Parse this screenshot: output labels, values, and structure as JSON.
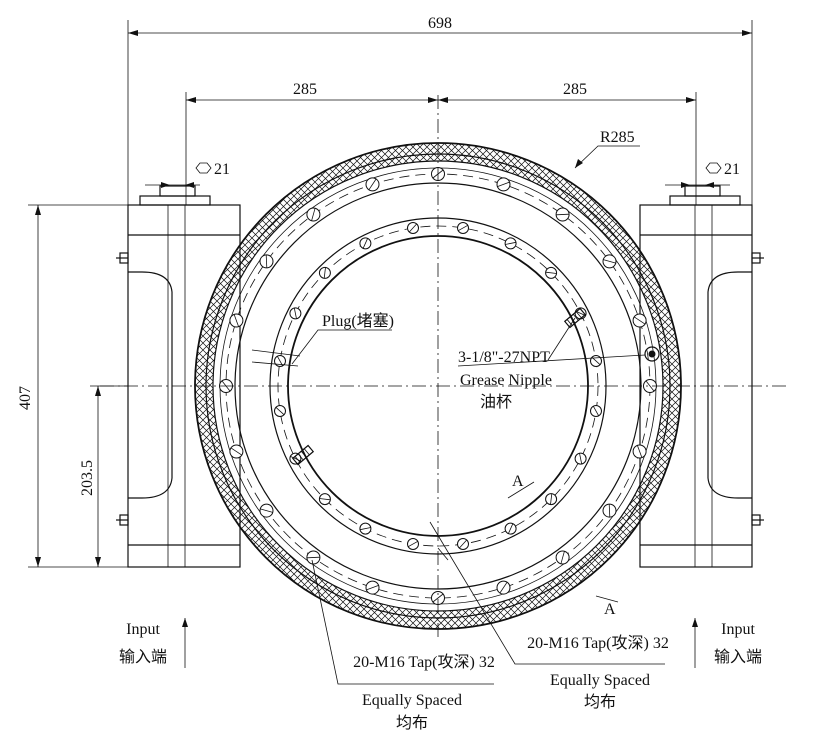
{
  "dimensions": {
    "overall_width": "698",
    "half_left": "285",
    "half_right": "285",
    "radius": "R285",
    "height": "407",
    "half_height": "203.5",
    "hex_left": "21",
    "hex_right": "21"
  },
  "callouts": {
    "plug": "Plug(堵塞)",
    "grease_line1": "3-1/8\"-27NPT",
    "grease_line2": "Grease Nipple",
    "grease_line3": "油杯",
    "section_mark_1": "A",
    "section_mark_2": "A"
  },
  "tap_left": {
    "line1": "20-M16 Tap(攻深) 32",
    "line2": "Equally Spaced",
    "line3": "均布"
  },
  "tap_right": {
    "line1": "20-M16 Tap(攻深) 32",
    "line2": "Equally Spaced",
    "line3": "均布"
  },
  "input_left": {
    "line1": "Input",
    "line2": "输入端"
  },
  "input_right": {
    "line1": "Input",
    "line2": "输入端"
  }
}
